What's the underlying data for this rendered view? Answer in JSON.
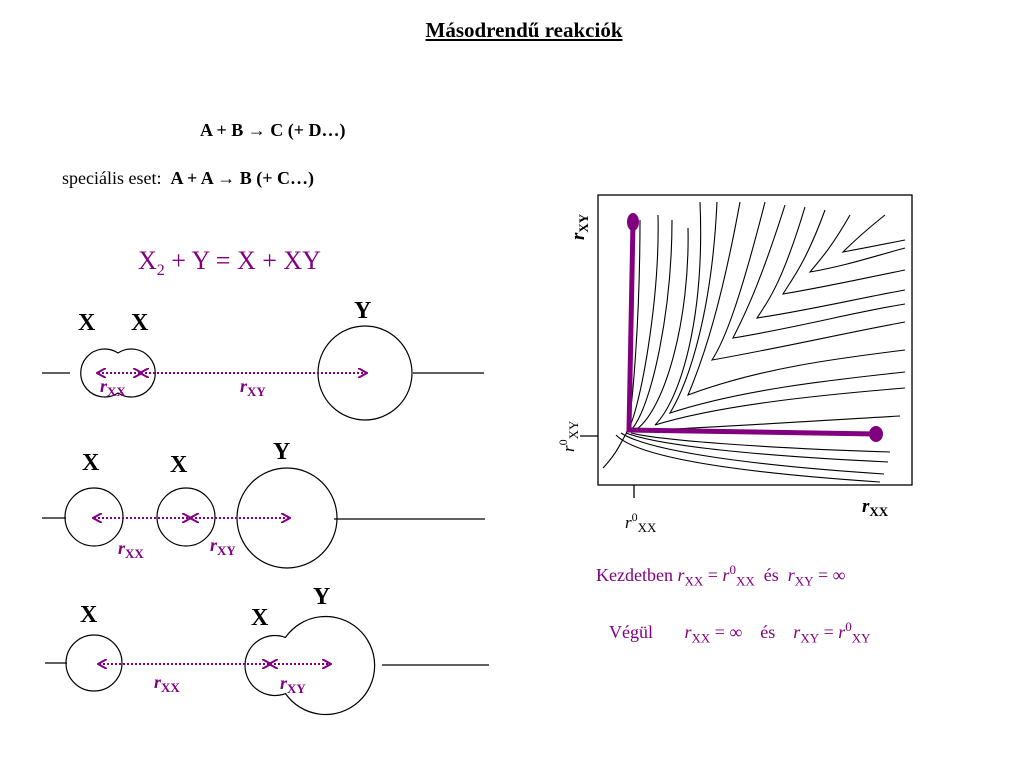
{
  "title": "Másodrendű reakciók",
  "reaction_general": "A + B → C (+ D…)",
  "special_case": {
    "prefix": "speciális eset:",
    "reaction": "A + A → B (+ C…)"
  },
  "main_equation": {
    "x": "X",
    "sub": "2",
    "rest": " + Y = X + XY"
  },
  "atom_labels": {
    "x": "X",
    "y": "Y"
  },
  "distance_labels": {
    "r": "r",
    "xx": "XX",
    "xy": "XY",
    "zero": "0"
  },
  "conditions": {
    "start": {
      "word": "Kezdetben",
      "sym_eq": " = ",
      "inf": "∞",
      "and": "és"
    },
    "end": {
      "word": "Végül"
    }
  },
  "colors": {
    "accent": "#800080",
    "line": "#000000"
  },
  "chart_data": {
    "type": "contour",
    "title": "",
    "xlabel": "rXX",
    "ylabel": "rXY",
    "x_tick": "r0XX",
    "y_tick": "r0XY",
    "path": [
      {
        "point": "start",
        "rXX": "r0XX",
        "rXY": "∞"
      },
      {
        "point": "saddle",
        "rXX": "r0XX",
        "rXY": "r0XY"
      },
      {
        "point": "end",
        "rXX": "∞",
        "rXY": "r0XY"
      }
    ]
  }
}
